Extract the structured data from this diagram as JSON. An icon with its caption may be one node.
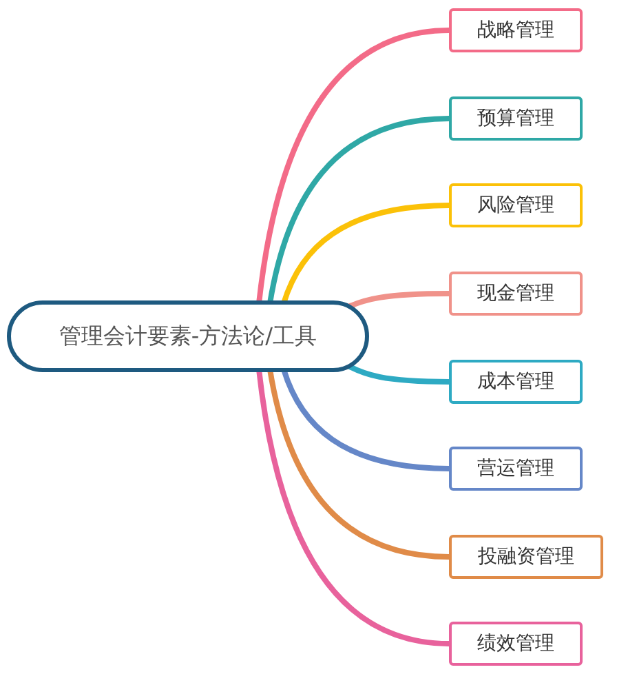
{
  "diagram": {
    "nodes": [
      {
        "text": [
          "管理会计要素-方法论/工具"
        ]
      },
      {
        "text": [
          "战略管理"
        ]
      },
      {
        "text": [
          "预算管理"
        ]
      },
      {
        "text": [
          "风险管理"
        ]
      },
      {
        "text": [
          "现金管理"
        ]
      },
      {
        "text": [
          "成本管理"
        ]
      },
      {
        "text": [
          "营运管理"
        ]
      },
      {
        "text": [
          "投融资管理"
        ]
      },
      {
        "text": [
          "绩效管理"
        ]
      }
    ],
    "edges": [
      {
        "from": 0,
        "to": 1,
        "arrow": "none",
        "color": "#f36b88"
      },
      {
        "from": 0,
        "to": 2,
        "arrow": "none",
        "color": "#2fa8a6"
      },
      {
        "from": 0,
        "to": 3,
        "arrow": "none",
        "color": "#fbc108"
      },
      {
        "from": 0,
        "to": 4,
        "arrow": "none",
        "color": "#f0928a"
      },
      {
        "from": 0,
        "to": 5,
        "arrow": "none",
        "color": "#2eaac3"
      },
      {
        "from": 0,
        "to": 6,
        "arrow": "none",
        "color": "#6587c8"
      },
      {
        "from": 0,
        "to": 7,
        "arrow": "none",
        "color": "#e08b48"
      },
      {
        "from": 0,
        "to": 8,
        "arrow": "none",
        "color": "#e8629c"
      }
    ]
  }
}
